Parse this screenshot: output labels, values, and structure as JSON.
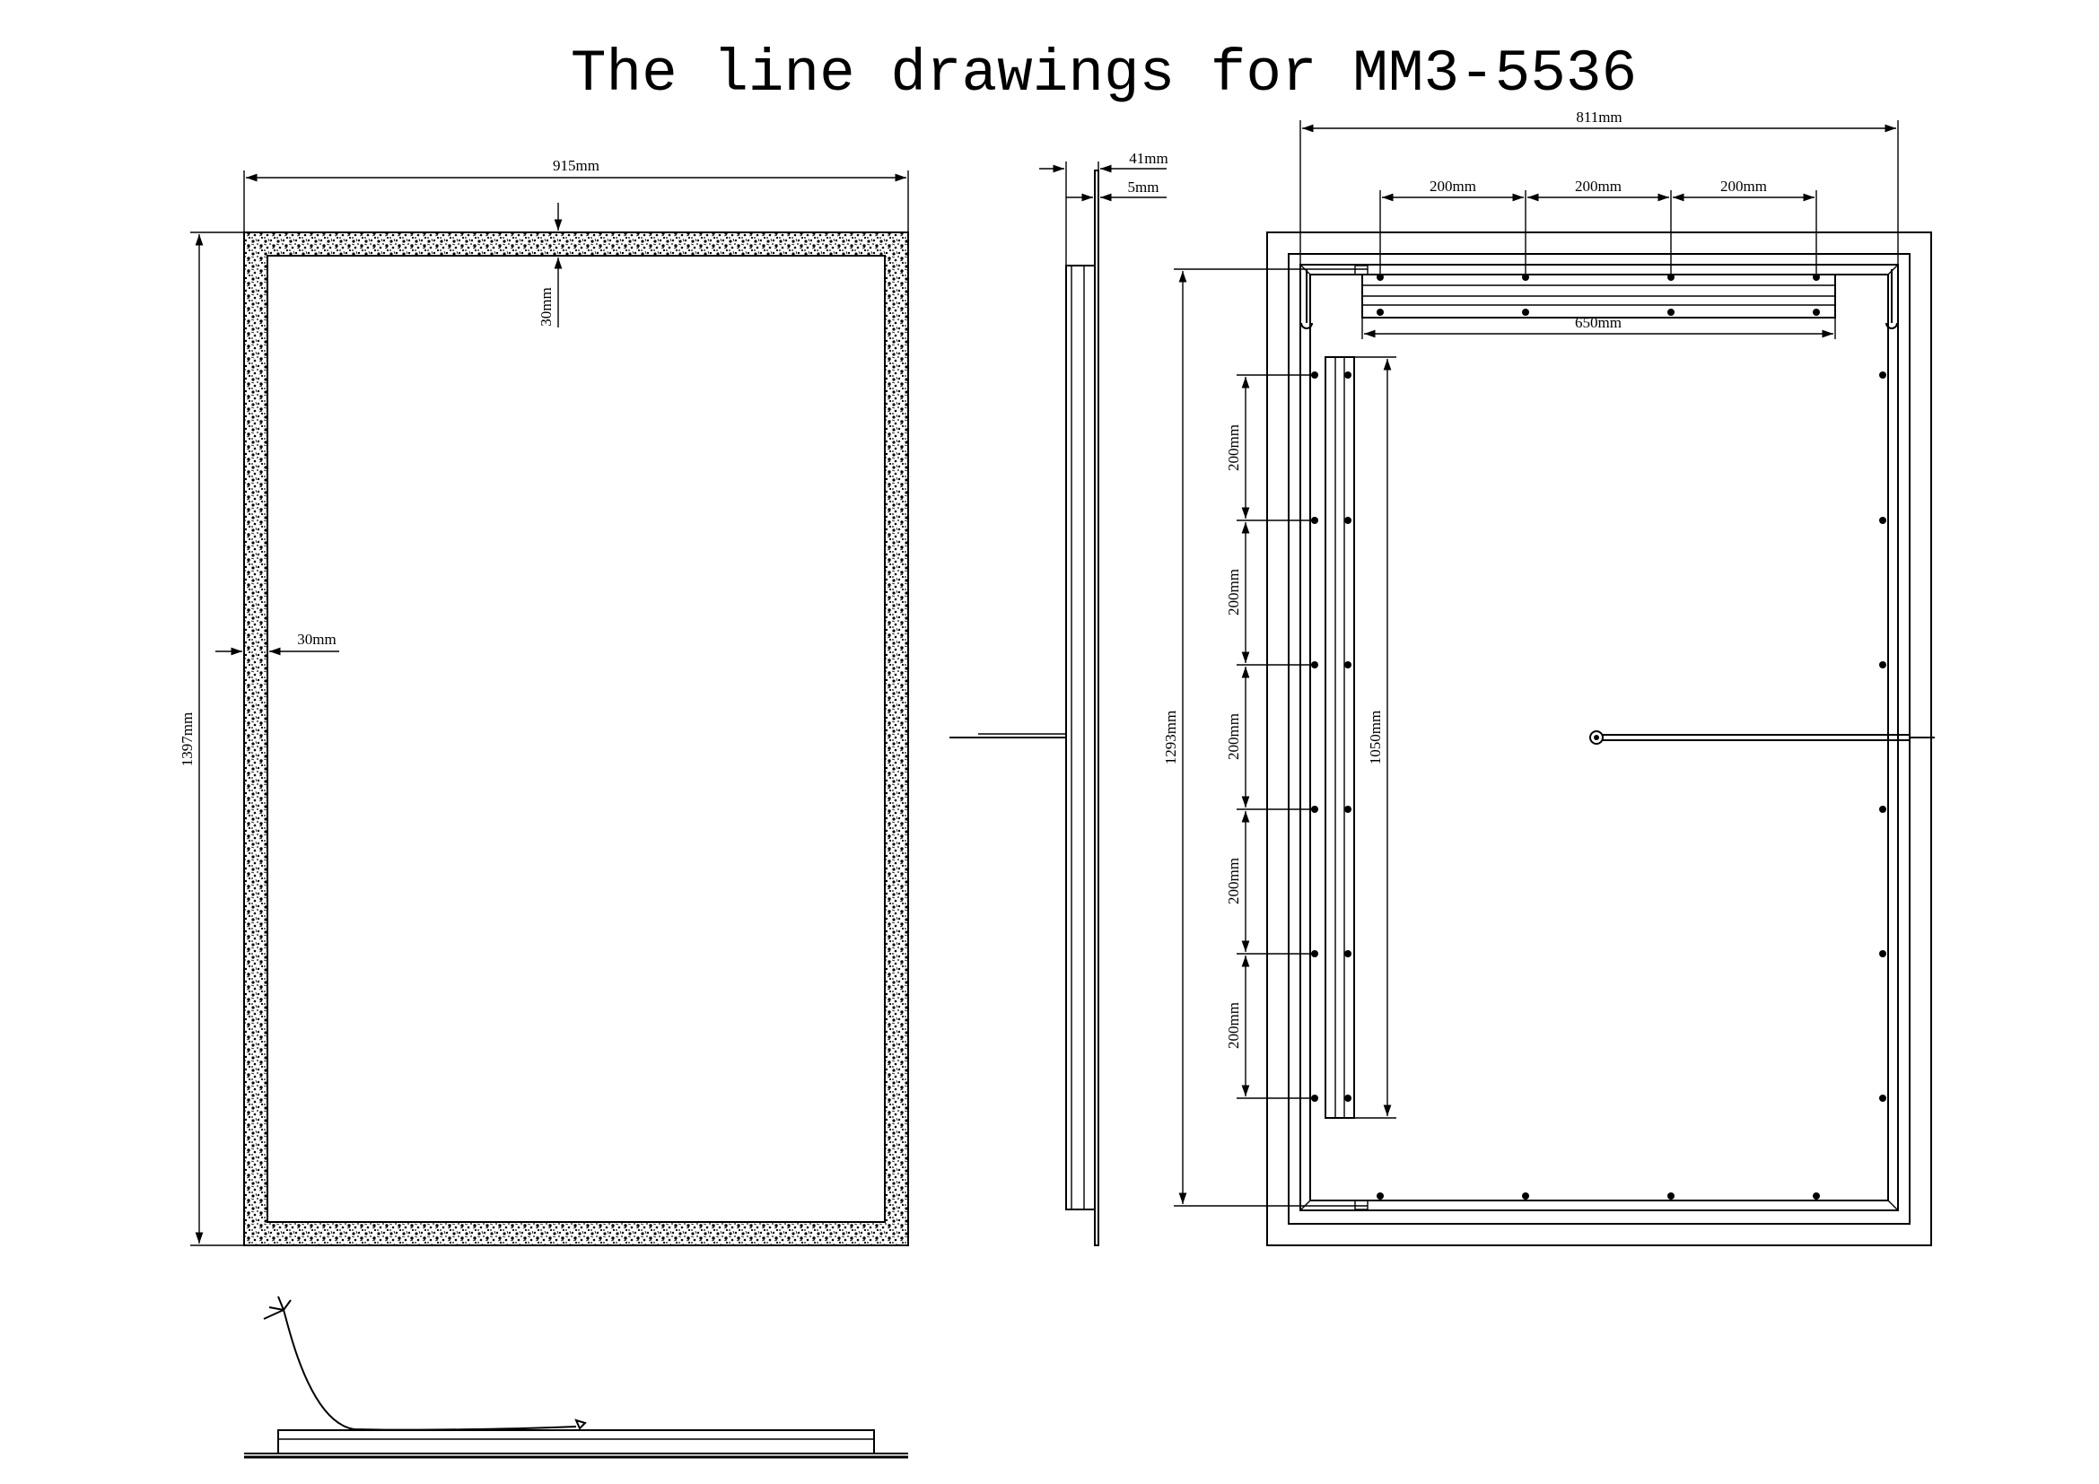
{
  "title": "The line drawings for MM3-5536",
  "front_view": {
    "width_label": "915mm",
    "height_label": "1397mm",
    "frame_top_label": "30mm",
    "frame_side_label": "30mm"
  },
  "side_view": {
    "depth_label": "41mm",
    "glass_label": "5mm"
  },
  "back_view": {
    "width_label": "811mm",
    "height_label": "1293mm",
    "top_spacing_labels": [
      "200mm",
      "200mm",
      "200mm"
    ],
    "rail_length_label": "650mm",
    "vertical_spacing_labels": [
      "200mm",
      "200mm",
      "200mm",
      "200mm",
      "200mm"
    ],
    "vertical_rail_label": "1050mm"
  }
}
